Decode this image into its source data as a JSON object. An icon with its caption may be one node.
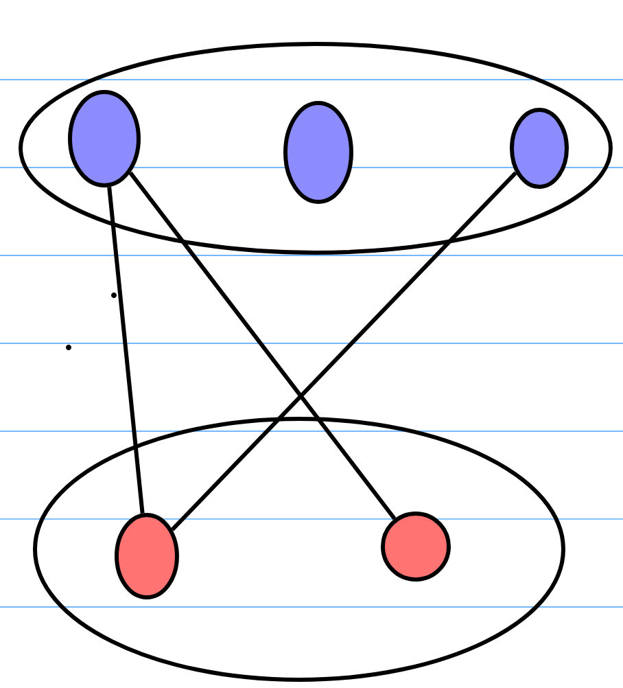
{
  "diagram": {
    "nodes": [
      {
        "text": [],
        "shape": "ellipse"
      },
      {
        "text": [],
        "shape": "ellipse",
        "in": 0
      },
      {
        "text": [],
        "shape": "ellipse",
        "in": 0
      },
      {
        "text": [],
        "shape": "ellipse",
        "in": 0
      },
      {
        "text": [],
        "shape": "ellipse"
      },
      {
        "text": [],
        "shape": "ellipse",
        "in": 4
      },
      {
        "text": [],
        "shape": "ellipse",
        "in": 4
      }
    ],
    "edges": [
      {
        "from": 1,
        "to": 5,
        "arrow": "none"
      },
      {
        "from": 1,
        "to": 6,
        "arrow": "none"
      },
      {
        "from": 3,
        "to": 5,
        "arrow": "none"
      }
    ]
  }
}
